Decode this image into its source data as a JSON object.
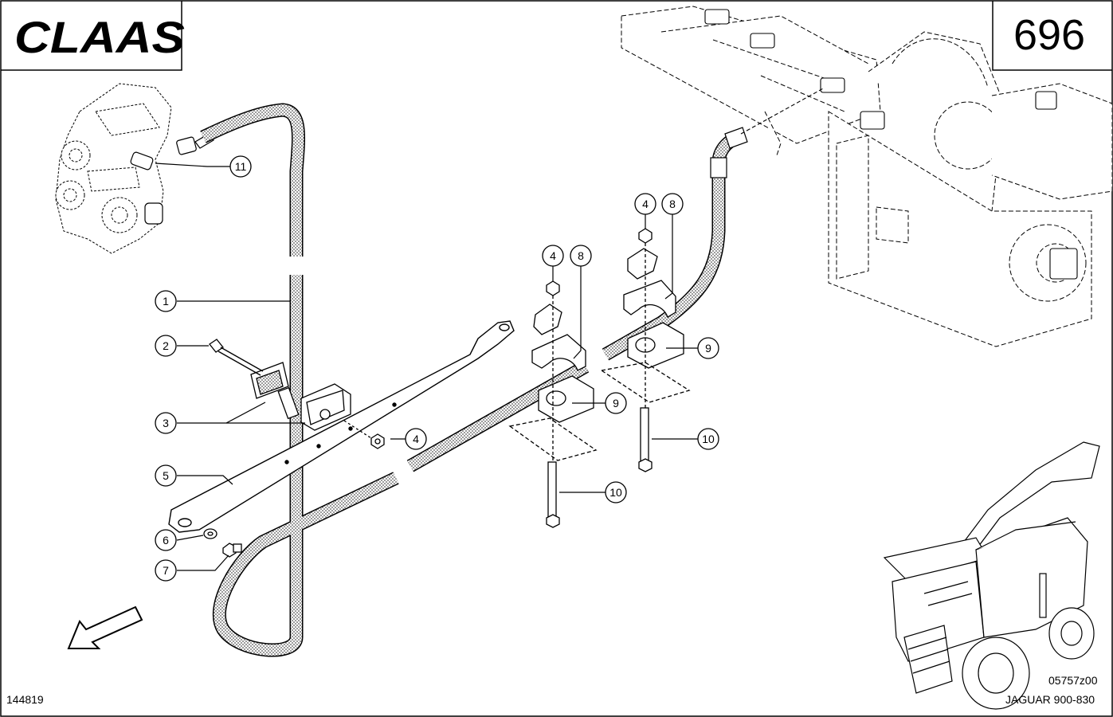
{
  "brand": {
    "logo_text": "CLAAS"
  },
  "header": {
    "page_number": "696"
  },
  "footer": {
    "doc_ref": "144819",
    "figure_ref": "05757z00",
    "model": "JAGUAR 900-830"
  },
  "callouts": [
    {
      "id": "c1",
      "label": "1"
    },
    {
      "id": "c2",
      "label": "2"
    },
    {
      "id": "c3",
      "label": "3"
    },
    {
      "id": "c4a",
      "label": "4"
    },
    {
      "id": "c4b",
      "label": "4"
    },
    {
      "id": "c4c",
      "label": "4"
    },
    {
      "id": "c5",
      "label": "5"
    },
    {
      "id": "c6",
      "label": "6"
    },
    {
      "id": "c7",
      "label": "7"
    },
    {
      "id": "c8a",
      "label": "8"
    },
    {
      "id": "c8b",
      "label": "8"
    },
    {
      "id": "c9a",
      "label": "9"
    },
    {
      "id": "c9b",
      "label": "9"
    },
    {
      "id": "c10a",
      "label": "10"
    },
    {
      "id": "c10b",
      "label": "10"
    },
    {
      "id": "c11",
      "label": "11"
    }
  ]
}
